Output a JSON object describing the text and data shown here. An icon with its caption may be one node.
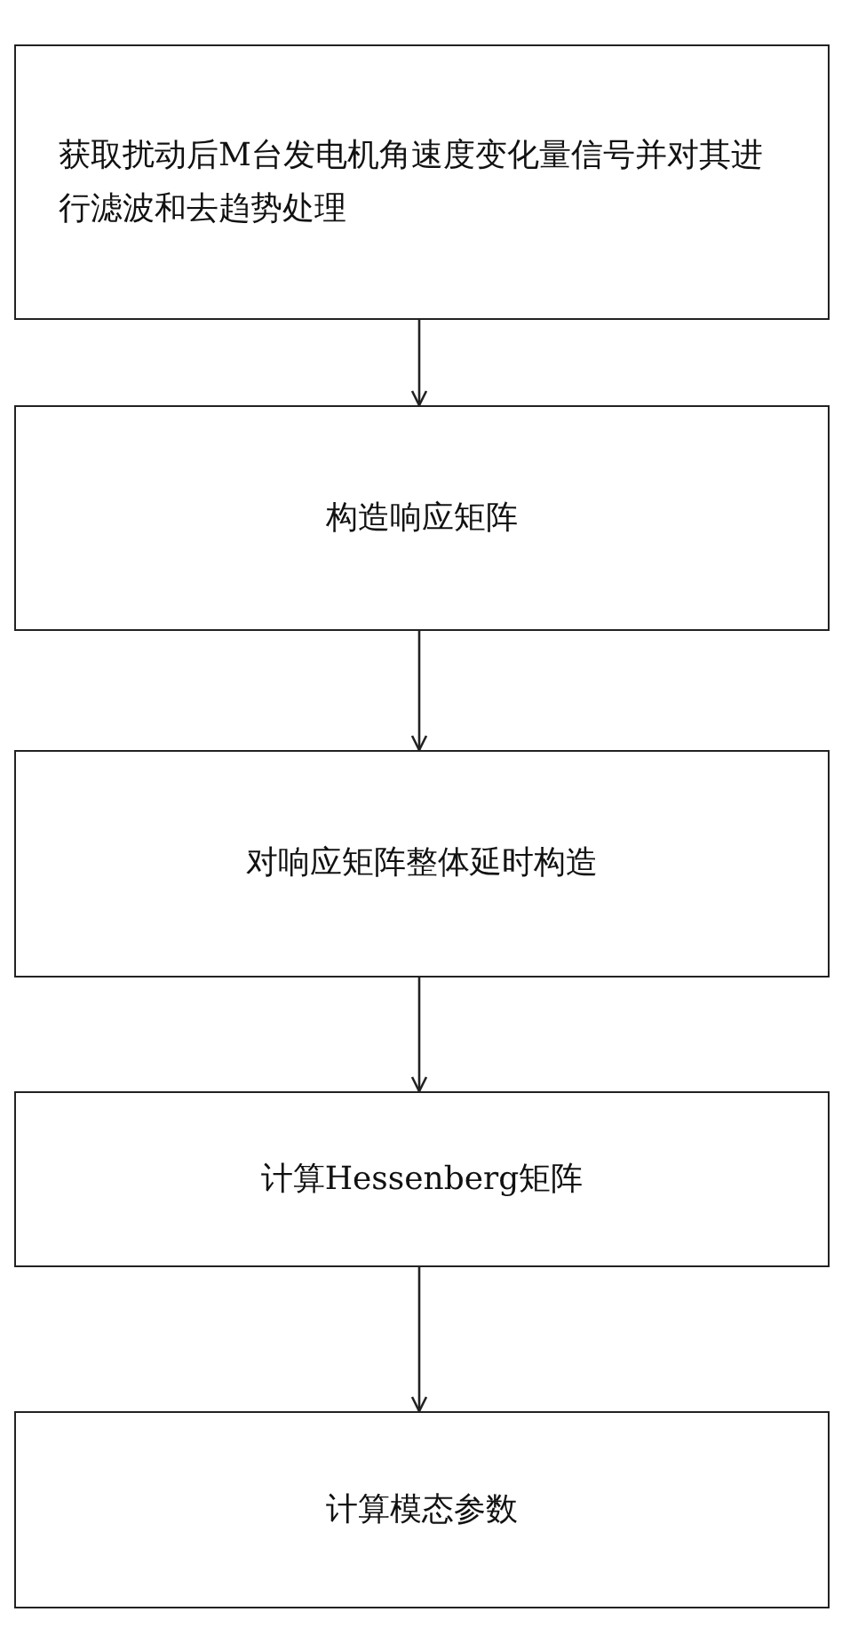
{
  "diagram": {
    "nodes": [
      {
        "text": [
          "获取扰动后M台发电机角速度变化量信号并对其进行滤波和去趋势处理"
        ]
      },
      {
        "text": [
          "构造响应矩阵"
        ]
      },
      {
        "text": [
          "对响应矩阵整体延时构造"
        ]
      },
      {
        "text": [
          "计算Hessenberg矩阵"
        ]
      },
      {
        "text": [
          "计算模态参数"
        ]
      }
    ],
    "edges": [
      {
        "from": 0,
        "to": 1,
        "arrow": "to"
      },
      {
        "from": 1,
        "to": 2,
        "arrow": "to"
      },
      {
        "from": 2,
        "to": 3,
        "arrow": "to"
      },
      {
        "from": 3,
        "to": 4,
        "arrow": "to"
      }
    ]
  }
}
